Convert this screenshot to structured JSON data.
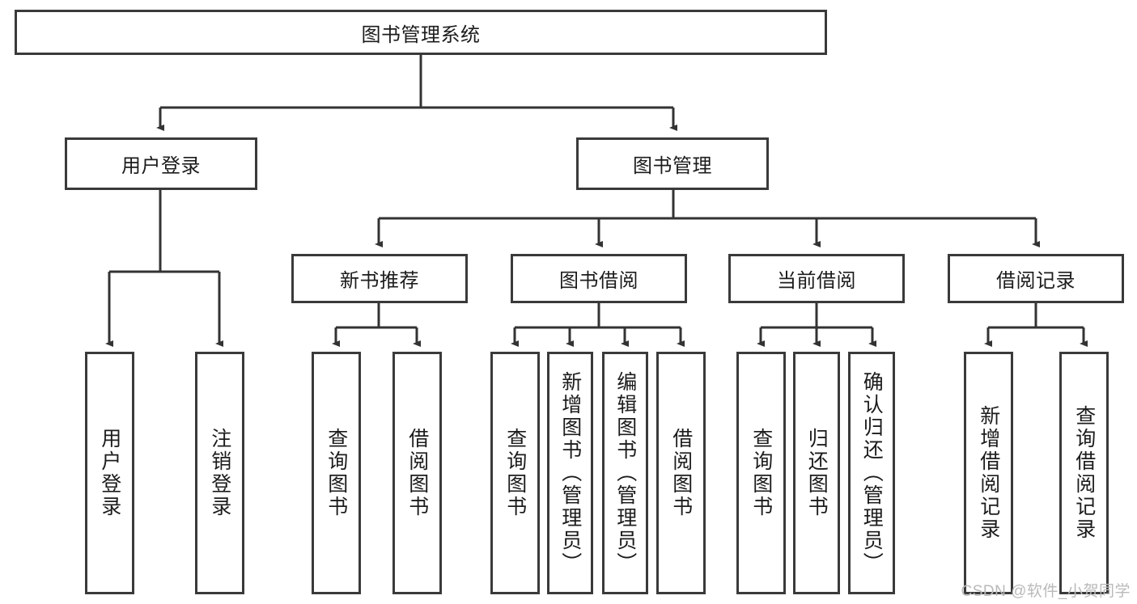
{
  "diagram": {
    "type": "tree-hierarchy-chart",
    "title": "图书管理系统",
    "stroke_color": "#3a3a3a",
    "fill_color": "#ffffff",
    "text_color": "#1c1c1c"
  },
  "root": {
    "label": "图书管理系统"
  },
  "level2": [
    {
      "label": "用户登录"
    },
    {
      "label": "图书管理"
    }
  ],
  "level3": [
    {
      "label": "新书推荐"
    },
    {
      "label": "图书借阅"
    },
    {
      "label": "当前借阅"
    },
    {
      "label": "借阅记录"
    }
  ],
  "leaves": {
    "user_login": [
      {
        "label": "用户登录"
      },
      {
        "label": "注销登录"
      }
    ],
    "new_book": [
      {
        "label": "查询图书"
      },
      {
        "label": "借阅图书"
      }
    ],
    "book_borrow": [
      {
        "label": "查询图书"
      },
      {
        "label": "新增图书（管理员）"
      },
      {
        "label": "编辑图书（管理员）"
      },
      {
        "label": "借阅图书"
      }
    ],
    "current_borrow": [
      {
        "label": "查询图书"
      },
      {
        "label": "归还图书"
      },
      {
        "label": "确认归还（管理员）"
      }
    ],
    "borrow_record": [
      {
        "label": "新增借阅记录"
      },
      {
        "label": "查询借阅记录"
      }
    ]
  },
  "watermark": {
    "text": "CSDN @软件_小贺同学"
  }
}
